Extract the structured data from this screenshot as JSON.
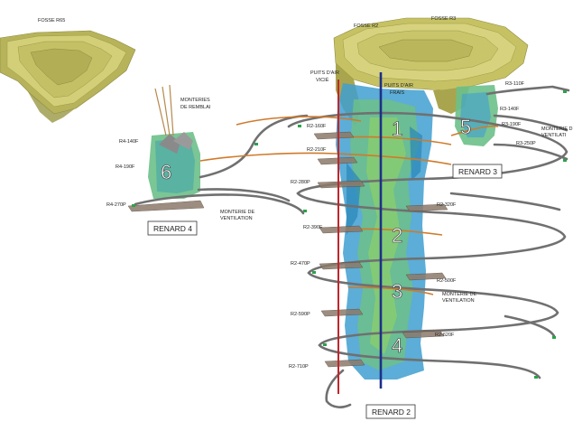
{
  "pits": {
    "r65": "FOSSE R65",
    "r2": "FOSSE R2",
    "r3": "FOSSE R3"
  },
  "shafts": {
    "exhaust": [
      "PUITS D'AIR",
      "VICIÉ"
    ],
    "fresh": [
      "PUITS D'AIR",
      "FRAIS"
    ]
  },
  "raises": {
    "backfill": [
      "MONTERIES",
      "DE REMBLAI"
    ],
    "ventilation_r4": [
      "MONTERIE DE",
      "VENTILATION"
    ],
    "ventilation_r2": [
      "MONTERIE DE",
      "VENTILATION"
    ],
    "ventilation_r3": [
      "MONTERIE D",
      "VENTILATI"
    ]
  },
  "ramps": {
    "r4": "RENARD 4",
    "r3": "RENARD 3",
    "r2": "RENARD 2"
  },
  "zones": [
    "1",
    "2",
    "3",
    "4",
    "5",
    "6"
  ],
  "levels": {
    "r4": [
      "R4-140F",
      "R4-190F",
      "R4-270P"
    ],
    "r2_left": [
      "R2-160F",
      "R2-210F",
      "R2-280P",
      "R2-390F",
      "R2-470P",
      "R2-590P",
      "R2-710P"
    ],
    "r2_right": [
      "R2-320F",
      "R2-500F",
      "R2-620F"
    ],
    "r3": [
      "R3-110F",
      "R3-140F",
      "R3-190F",
      "R3-250P"
    ]
  },
  "colors": {
    "pit": "#c9c56a",
    "orebody_blue": "#3f9fd0",
    "orebody_green": "#6cc08a",
    "ramp": "#707070",
    "drift_orange": "#d07a2a",
    "exhaust_shaft": "#c0262a",
    "fresh_shaft": "#1c2f8a"
  }
}
